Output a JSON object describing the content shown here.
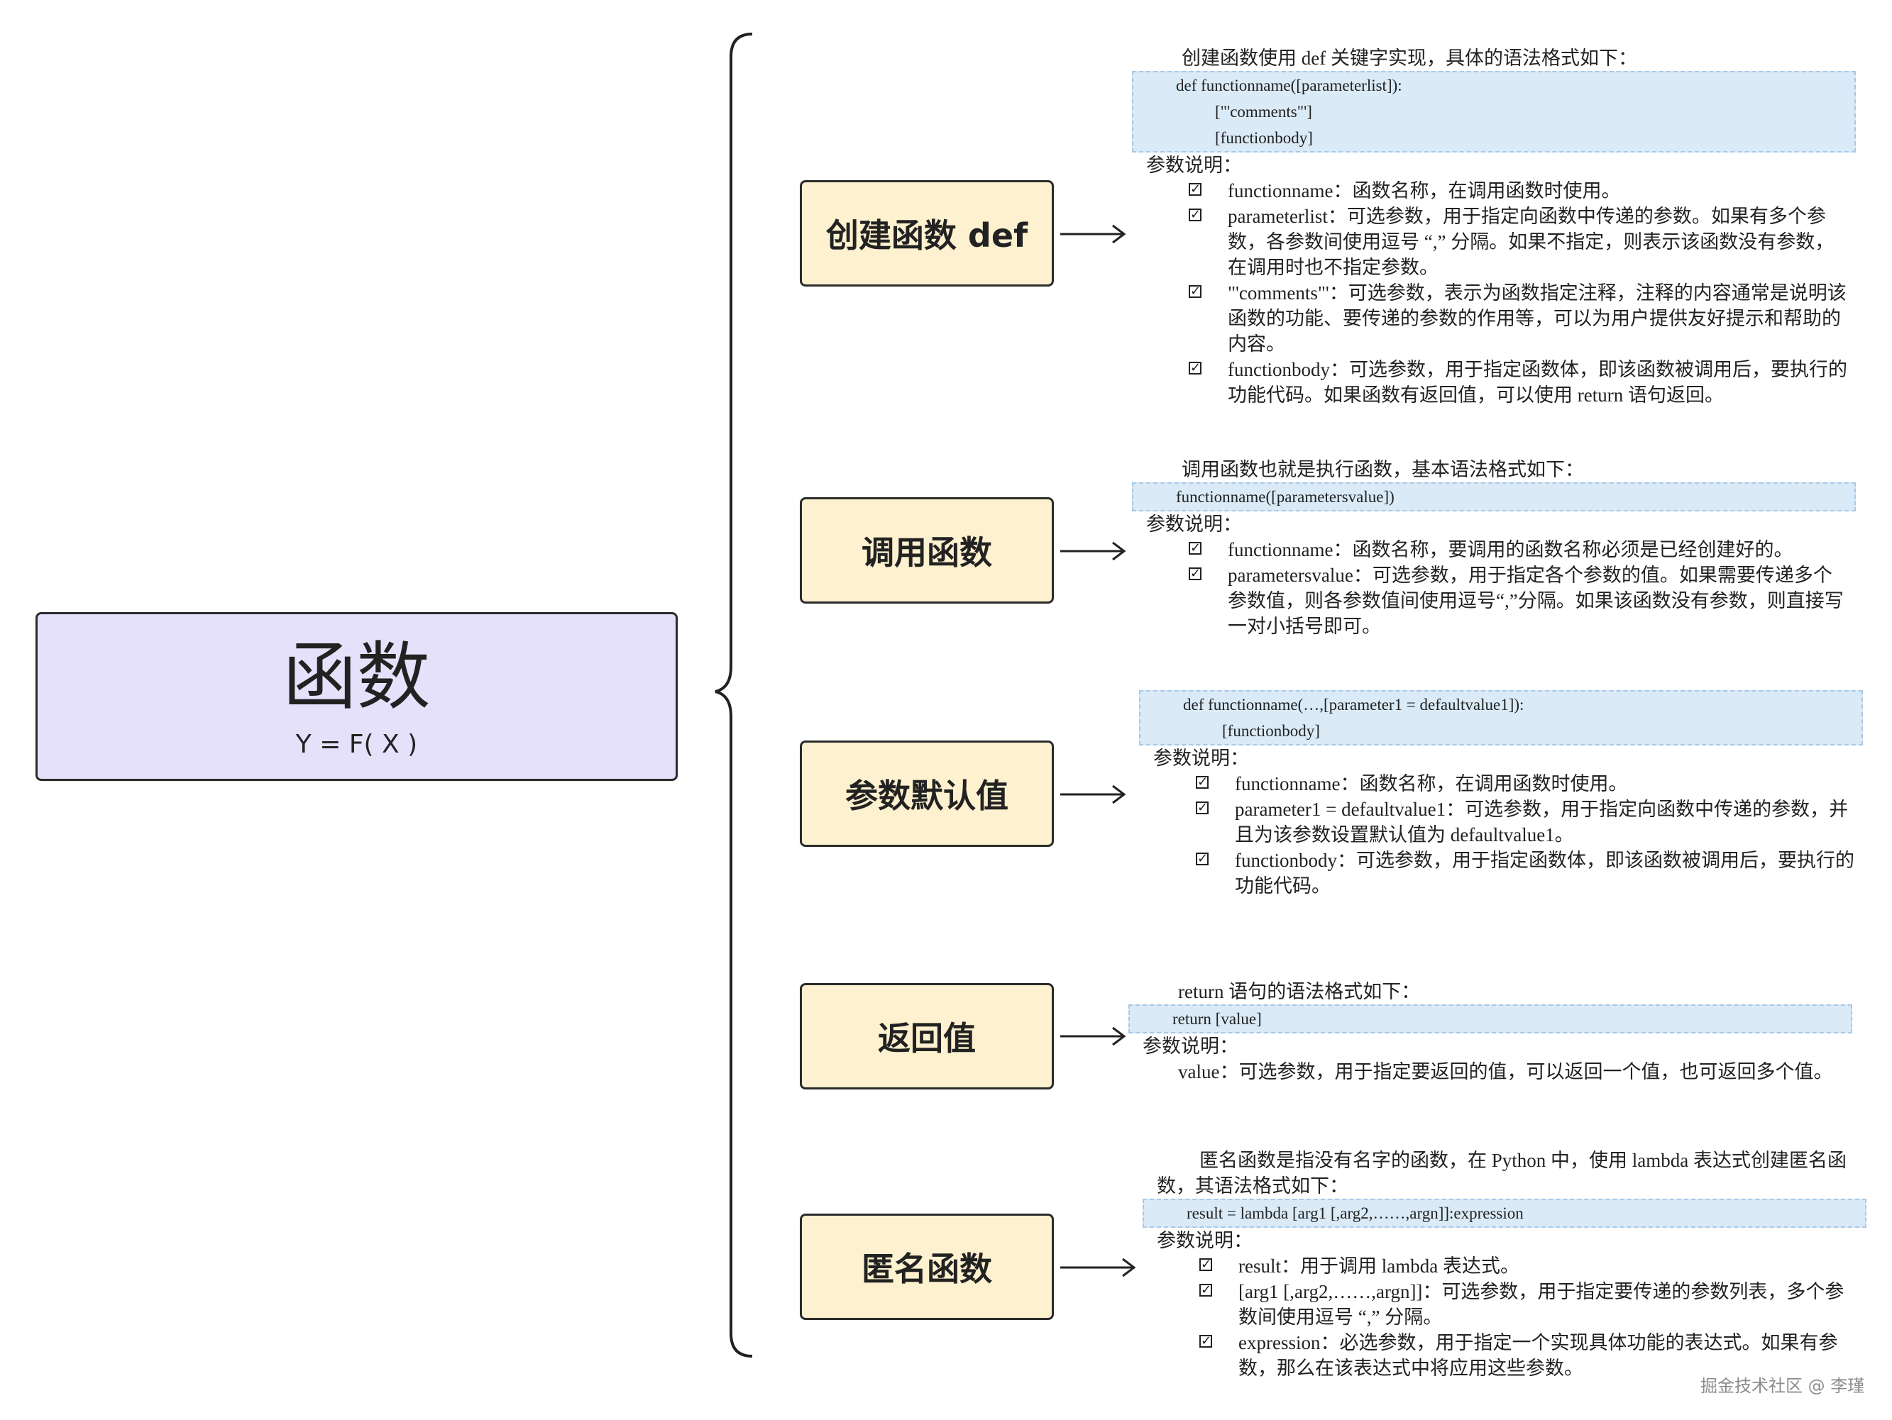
{
  "root": {
    "title": "函数",
    "subtitle": "Y = F( X )"
  },
  "nodes": [
    {
      "label": "创建函数 def"
    },
    {
      "label": "调用函数"
    },
    {
      "label": "参数默认值"
    },
    {
      "label": "返回值"
    },
    {
      "label": "匿名函数"
    }
  ],
  "panels": {
    "create": {
      "intro": "创建函数使用 def 关键字实现，具体的语法格式如下：",
      "code": [
        "def functionname([parameterlist]):",
        "[\"'comments\"']",
        "[functionbody]"
      ],
      "param_label": "参数说明：",
      "items": [
        "functionname：函数名称，在调用函数时使用。",
        "parameterlist：可选参数，用于指定向函数中传递的参数。如果有多个参数，各参数间使用逗号 “,” 分隔。如果不指定，则表示该函数没有参数，在调用时也不指定参数。",
        "\"'comments\"'：可选参数，表示为函数指定注释，注释的内容通常是说明该函数的功能、要传递的参数的作用等，可以为用户提供友好提示和帮助的内容。",
        "functionbody：可选参数，用于指定函数体，即该函数被调用后，要执行的功能代码。如果函数有返回值，可以使用 return 语句返回。"
      ]
    },
    "call": {
      "intro": "调用函数也就是执行函数，基本语法格式如下：",
      "code": [
        "functionname([parametersvalue])"
      ],
      "param_label": "参数说明：",
      "items": [
        "functionname：函数名称，要调用的函数名称必须是已经创建好的。",
        "parametersvalue：可选参数，用于指定各个参数的值。如果需要传递多个参数值，则各参数值间使用逗号“,”分隔。如果该函数没有参数，则直接写一对小括号即可。"
      ]
    },
    "default": {
      "code": [
        "def functionname(…,[parameter1 = defaultvalue1]):",
        "[functionbody]"
      ],
      "param_label": "参数说明：",
      "items": [
        "functionname：函数名称，在调用函数时使用。",
        "parameter1 = defaultvalue1：可选参数，用于指定向函数中传递的参数，并且为该参数设置默认值为 defaultvalue1。",
        "functionbody：可选参数，用于指定函数体，即该函数被调用后，要执行的功能代码。"
      ]
    },
    "return": {
      "intro": "return 语句的语法格式如下：",
      "code": [
        "return [value]"
      ],
      "param_label": "参数说明：",
      "value_line": "value：可选参数，用于指定要返回的值，可以返回一个值，也可返回多个值。"
    },
    "lambda": {
      "intro": "匿名函数是指没有名字的函数，在 Python 中，使用 lambda 表达式创建匿名函数，其语法格式如下：",
      "code": [
        "result = lambda [arg1 [,arg2,……,argn]]:expression"
      ],
      "param_label": "参数说明：",
      "items": [
        "result：用于调用 lambda 表达式。",
        "[arg1 [,arg2,……,argn]]：可选参数，用于指定要传递的参数列表，多个参数间使用逗号 “,” 分隔。",
        "expression：必选参数，用于指定一个实现具体功能的表达式。如果有参数，那么在该表达式中将应用这些参数。"
      ]
    }
  },
  "check_symbol": "✓",
  "watermark": "掘金技术社区 @ 李瑾"
}
